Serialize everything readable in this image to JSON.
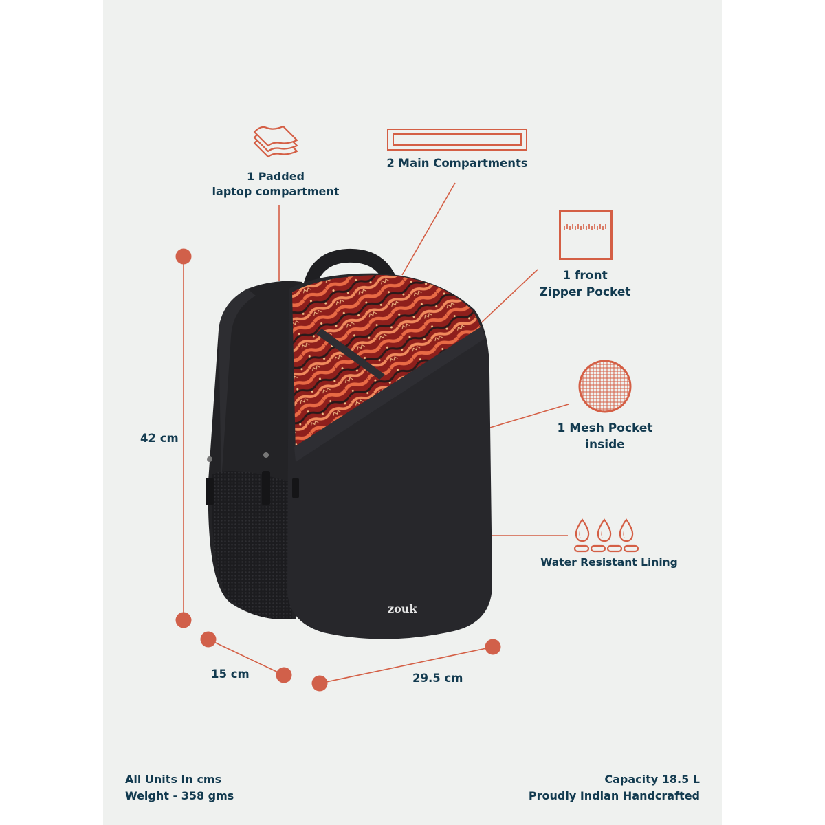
{
  "brand": {
    "logo_text": "zouk",
    "accent_color": "#d1604a",
    "text_color": "#123a4f",
    "panel_color": "#eff1ef"
  },
  "features": [
    {
      "icon": "stacked-layers-icon",
      "line1": "1 Padded",
      "line2": "laptop compartment"
    },
    {
      "icon": "double-rectangle-icon",
      "line1": "2 Main Compartments",
      "line2": ""
    },
    {
      "icon": "zipper-pocket-icon",
      "line1": "1 front",
      "line2": "Zipper Pocket"
    },
    {
      "icon": "mesh-circle-icon",
      "line1": "1 Mesh Pocket",
      "line2": "inside"
    },
    {
      "icon": "water-drops-icon",
      "line1": "Water Resistant Lining",
      "line2": ""
    }
  ],
  "dimensions": {
    "height": "42 cm",
    "depth": "15 cm",
    "width": "29.5 cm"
  },
  "footer": {
    "left_line1": "All Units In cms",
    "left_line2": "Weight - 358 gms",
    "right_line1": "Capacity 18.5 L",
    "right_line2": "Proudly Indian Handcrafted"
  }
}
